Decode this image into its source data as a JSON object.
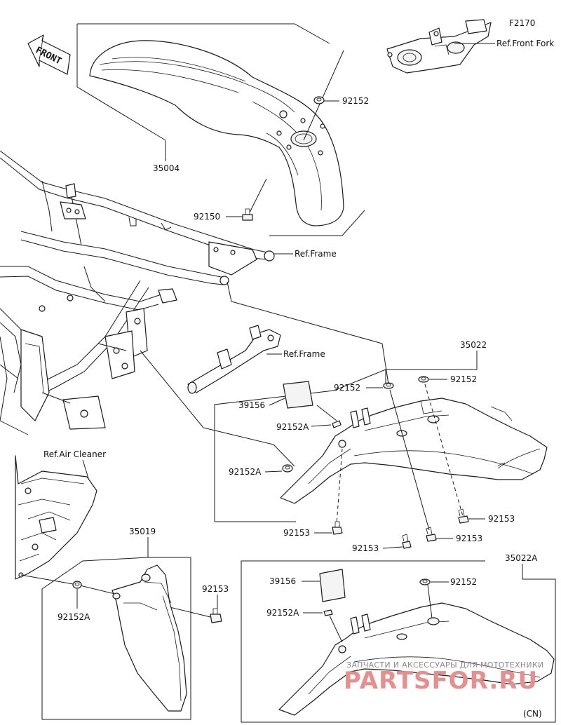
{
  "diagram_code": "F2170",
  "region_code": "(CN)",
  "direction_label": "FRONT",
  "watermark": {
    "line1": "ЗАПЧАСТИ И АКСЕССУАРЫ ДЛЯ МОТОТЕХНИКИ",
    "line2": "PARTSFOR.RU",
    "color": "#e58f8f"
  },
  "references": {
    "front_fork": "Ref.Front Fork",
    "frame_top": "Ref.Frame",
    "frame_mid": "Ref.Frame",
    "air_cleaner": "Ref.Air Cleaner"
  },
  "part_numbers": {
    "front_fender": "35004",
    "fender_bolt_washer": "92152",
    "fender_screw": "92150",
    "rear_fender": "35022",
    "rear_fender_alt": "35022A",
    "flap": "35019",
    "pad_1": "39156",
    "pad_2": "39156",
    "grommet_a_1": "92152A",
    "grommet_a_2": "92152A",
    "grommet_a_3": "92152A",
    "grommet_a_4": "92152A",
    "collar_1": "92152",
    "collar_2": "92152",
    "collar_3": "92152",
    "bolt_1": "92153",
    "bolt_2": "92153",
    "bolt_3": "92153",
    "bolt_4": "92153",
    "bolt_5": "92153"
  }
}
